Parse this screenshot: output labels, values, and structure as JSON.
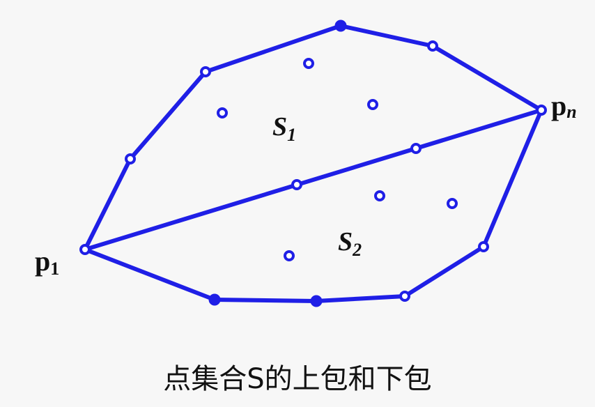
{
  "caption": "点集合S的上包和下包",
  "labels": {
    "p1_main": "p",
    "p1_sub": "1",
    "pn_main": "p",
    "pn_sub": "n",
    "s1_main": "S",
    "s1_sub": "1",
    "s2_main": "S",
    "s2_sub": "2"
  },
  "colors": {
    "line": "#1f1fe6",
    "background": "#f7f7f7",
    "text": "#111111"
  }
}
